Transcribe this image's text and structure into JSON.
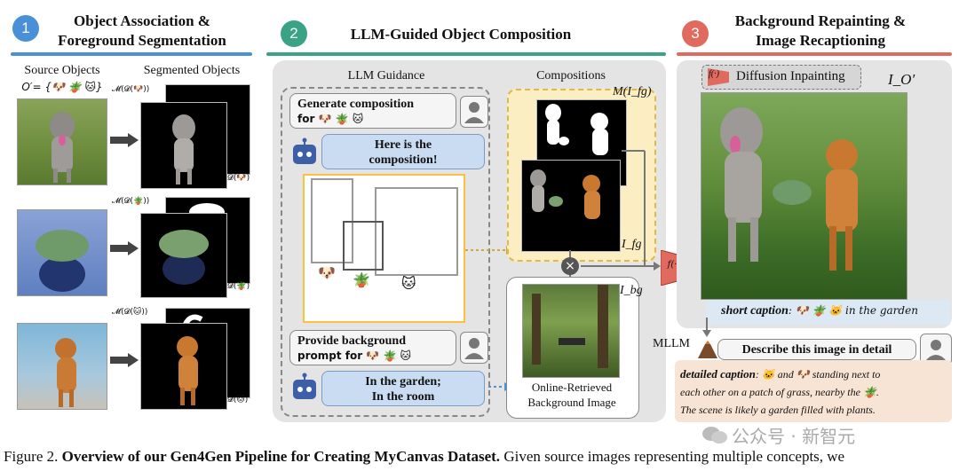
{
  "section1": {
    "number": "1",
    "title_line1": "Object Association &",
    "title_line2": "Foreground Segmentation",
    "source_label": "Source Objects",
    "segmented_label": "Segmented Objects",
    "objects_set": "O′= {🐶 🪴 🐱}",
    "mask_labels": [
      "𝓜(𝓓(🐶))",
      "𝓜(𝓓(🪴))",
      "𝓜(𝓓(🐱))"
    ],
    "d_labels": [
      "𝓓(🐶)",
      "𝓓(🪴)",
      "𝓓(🐱)"
    ]
  },
  "section2": {
    "number": "2",
    "title": "LLM-Guided Object Composition",
    "guidance_label": "LLM Guidance",
    "compositions_label": "Compositions",
    "user_prompt_1_line1": "Generate composition",
    "user_prompt_1_line2": "for 🐶 🪴 🐱",
    "bot_reply_1_line1": "Here is the",
    "bot_reply_1_line2": "composition!",
    "user_prompt_2_line1": "Provide background",
    "user_prompt_2_line2": "prompt for 🐶 🪴 🐱",
    "bot_reply_2_line1": "In the garden;",
    "bot_reply_2_line2": "In the room",
    "mask_label": "M(I_fg)",
    "ifg_label": "I_fg",
    "ibg_label": "I_bg",
    "bg_caption_line1": "Online-Retrieved",
    "bg_caption_line2": "Background Image",
    "layout_emojis": [
      "🐶",
      "🪴",
      "🐱"
    ]
  },
  "section3": {
    "number": "3",
    "title_line1": "Background Repainting &",
    "title_line2": "Image Recaptioning",
    "diffusion_label": "Diffusion Inpainting",
    "output_label": "I_O′",
    "f_symbol": "f(·)",
    "short_caption_prefix": "short caption",
    "short_caption_rest": ": 🐶 🪴 🐱 in the garden",
    "mllm_label": "MLLM",
    "describe_prompt": "Describe this image in detail",
    "detailed_caption_prefix": "detailed caption",
    "detailed_caption_line1": ": 🐱 and 🐶 standing next to",
    "detailed_caption_line2": "each other on a patch of grass, nearby the 🪴.",
    "detailed_caption_line3": "The scene is likely a garden filled with plants."
  },
  "figure_caption": {
    "label": "Figure 2.",
    "bold_part": "Overview of our Gen4Gen Pipeline for Creating MyCanvas Dataset.",
    "rest": "Given source images representing multiple concepts, we"
  },
  "watermark": "公众号 · 新智元",
  "colors": {
    "blue": "#4a90d9",
    "green": "#3aa385",
    "red": "#e06a5e",
    "yellow": "#f5c242",
    "panel_gray": "#e5e5e5",
    "bubble_blue": "#c9dcf2",
    "caption_peach": "#f8e4d4",
    "short_caption_blue": "#dce9f5"
  }
}
